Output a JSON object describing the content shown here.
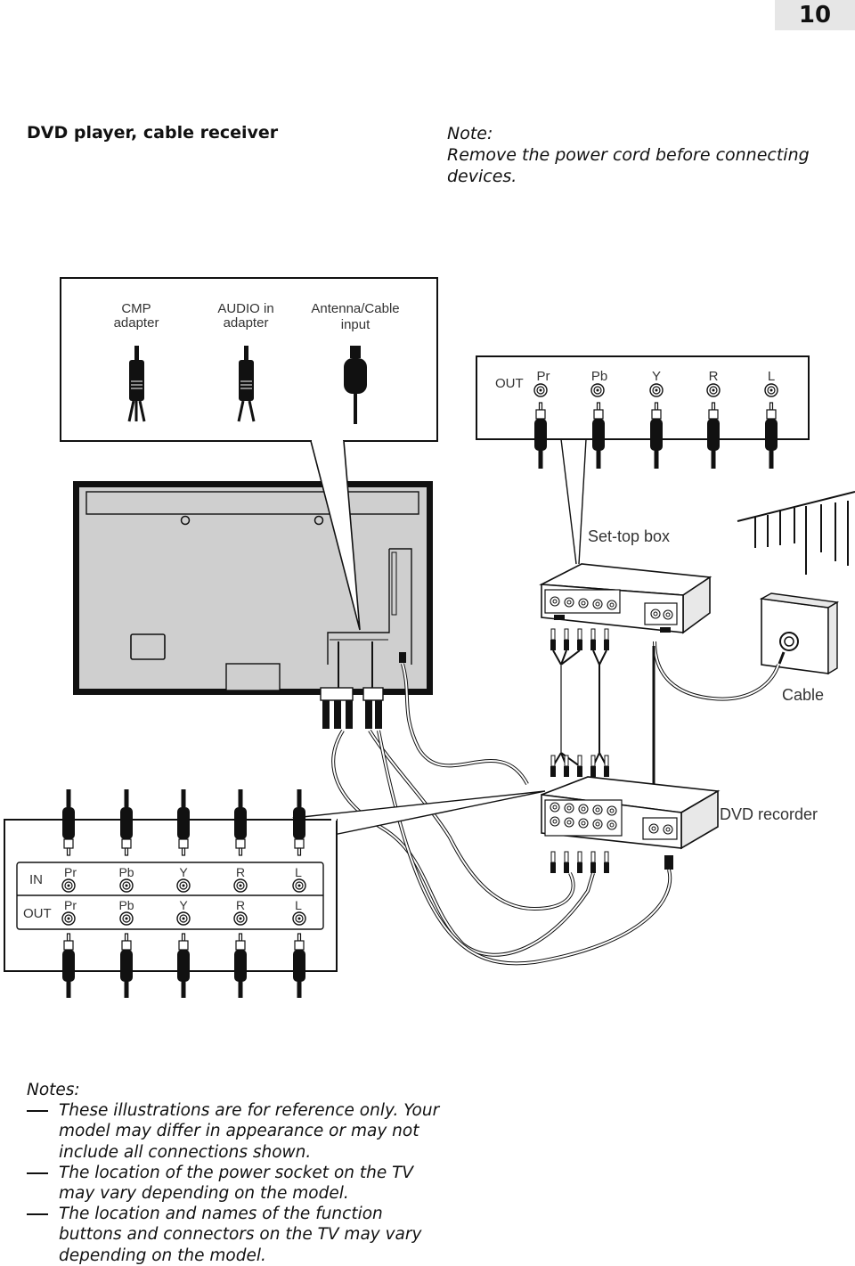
{
  "page": {
    "number": "10",
    "section_title": "DVD player, cable receiver",
    "note": {
      "heading": "Note:",
      "text": "Remove the power cord before connecting devices."
    }
  },
  "diagram": {
    "adapters": {
      "cmp_line1": "CMP",
      "cmp_line2": "adapter",
      "audio_line1": "AUDIO in",
      "audio_line2": "adapter",
      "antenna_line1": "Antenna/Cable",
      "antenna_line2": "input"
    },
    "settop_panel": {
      "out_label": "OUT",
      "ports": [
        "Pr",
        "Pb",
        "Y",
        "R",
        "L"
      ]
    },
    "device_labels": {
      "settop_box": "Set-top box",
      "cable": "Cable",
      "dvd_recorder": "DVD recorder"
    },
    "recorder_panel": {
      "in_label": "IN",
      "out_label": "OUT",
      "in_ports": [
        "Pr",
        "Pb",
        "Y",
        "R",
        "L"
      ],
      "out_ports": [
        "Pr",
        "Pb",
        "Y",
        "R",
        "L"
      ]
    }
  },
  "notes": {
    "heading": "Notes:",
    "items": [
      "These illustrations are for reference only. Your model may differ in appearance or may not include all connections shown.",
      "The location of the power socket on the TV may vary depending on the model.",
      "The location and names of the function buttons and connectors on the TV may vary depending on the model."
    ]
  }
}
